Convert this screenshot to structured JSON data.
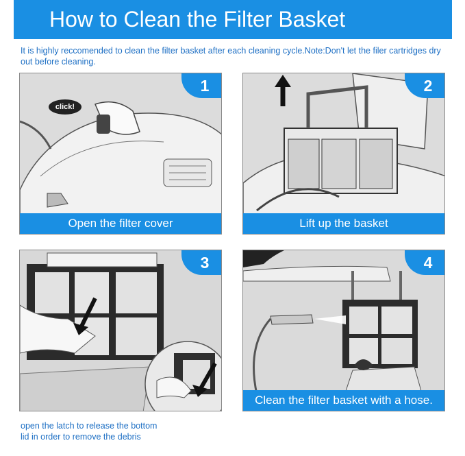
{
  "header": {
    "title": "How to Clean the Filter Basket"
  },
  "intro": "It is highly reccomended to clean the filter basket after each cleaning cycle.Note:Don't let the filer cartridges dry out before cleaning.",
  "steps": [
    {
      "number": "1",
      "caption": "Open the filter cover",
      "callout": "click!"
    },
    {
      "number": "2",
      "caption": "Lift up the basket"
    },
    {
      "number": "3",
      "caption": ""
    },
    {
      "number": "4",
      "caption": "Clean the filter basket with a hose."
    }
  ],
  "step3_note": "open the  latch to release the bottom lid in order to remove the debris",
  "colors": {
    "accent": "#1a8fe3",
    "text": "#1d6fc4"
  }
}
